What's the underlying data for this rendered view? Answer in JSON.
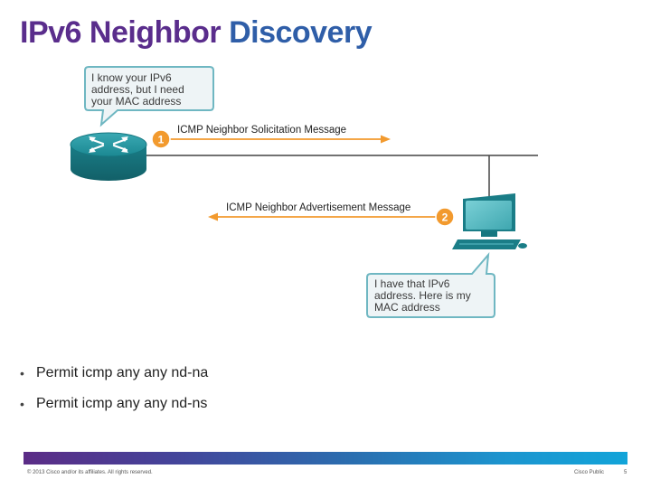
{
  "title": {
    "part1": "IPv6 Neighbor",
    "part2": "Discovery"
  },
  "bubble_router": {
    "lines": [
      "I know your IPv6",
      "address, but I need",
      "your MAC address"
    ]
  },
  "bubble_pc": {
    "lines": [
      "I have that IPv6",
      "address. Here is my",
      "MAC address"
    ]
  },
  "messages": [
    {
      "number": "1",
      "label": "ICMP Neighbor Solicitation Message"
    },
    {
      "number": "2",
      "label": "ICMP Neighbor Advertisement Message"
    }
  ],
  "bullets": [
    "Permit icmp any any nd-na",
    "Permit icmp any any nd-ns"
  ],
  "footer": {
    "copyright": "© 2013 Cisco and/or its affiliates. All rights reserved.",
    "label": "Cisco Public",
    "page": "5"
  },
  "colors": {
    "title_purple": "#5a2d8c",
    "title_blue": "#2f5ea8",
    "arrow_orange": "#f29a2e",
    "device_teal": "#1e8c95",
    "bubble_fill": "#eef4f6",
    "bubble_border": "#6fb7c2"
  }
}
